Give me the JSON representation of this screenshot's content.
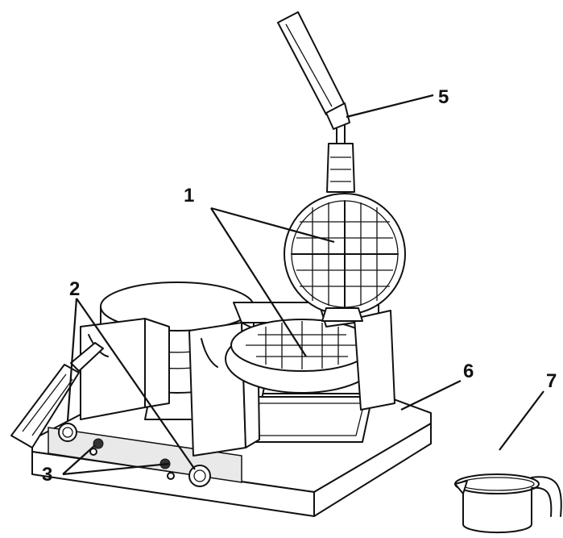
{
  "callouts": {
    "c1": "1",
    "c2": "2",
    "c3": "3",
    "c5": "5",
    "c6": "6",
    "c7": "7"
  }
}
